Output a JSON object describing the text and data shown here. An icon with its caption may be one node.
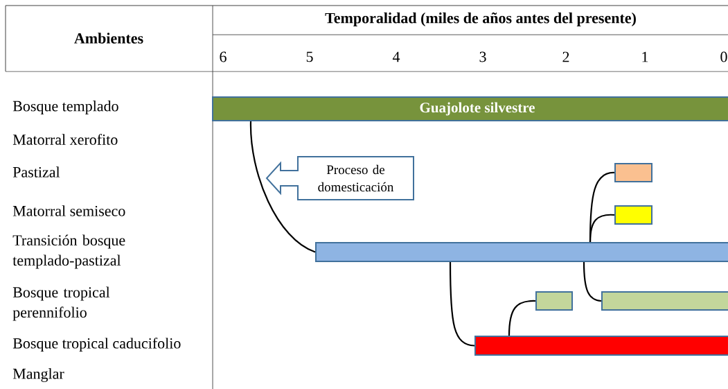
{
  "diagram": {
    "nodes": [
      {
        "text": [
          "Guajolote silvestre"
        ]
      },
      {
        "text": [
          "Proceso de domesticación"
        ]
      },
      {
        "text": [],
        "shape": "bar"
      },
      {
        "text": [],
        "shape": "bar"
      },
      {
        "text": [],
        "shape": "bar"
      },
      {
        "text": [],
        "shape": "bar"
      },
      {
        "text": [],
        "shape": "bar"
      },
      {
        "text": [],
        "shape": "bar"
      }
    ],
    "edges": [
      {
        "from": 0,
        "to": 2,
        "arrow": "none"
      },
      {
        "from": 2,
        "to": 3,
        "arrow": "none"
      },
      {
        "from": 2,
        "to": 4,
        "arrow": "none"
      },
      {
        "from": 2,
        "to": 7,
        "arrow": "none"
      },
      {
        "from": 2,
        "to": 6,
        "arrow": "none"
      },
      {
        "from": 7,
        "to": 5,
        "arrow": "none"
      }
    ],
    "labels": [
      "Ambientes",
      "Temporalidad (miles de años antes del presente)",
      "6",
      "5",
      "4",
      "3",
      "2",
      "1",
      "0",
      "Bosque templado",
      "Matorral xerofito",
      "Pastizal",
      "Matorral semiseco",
      "Transición bosque templado-pastizal",
      "Bosque tropical perennifolio",
      "Bosque tropical caducifolio",
      "Manglar"
    ]
  }
}
